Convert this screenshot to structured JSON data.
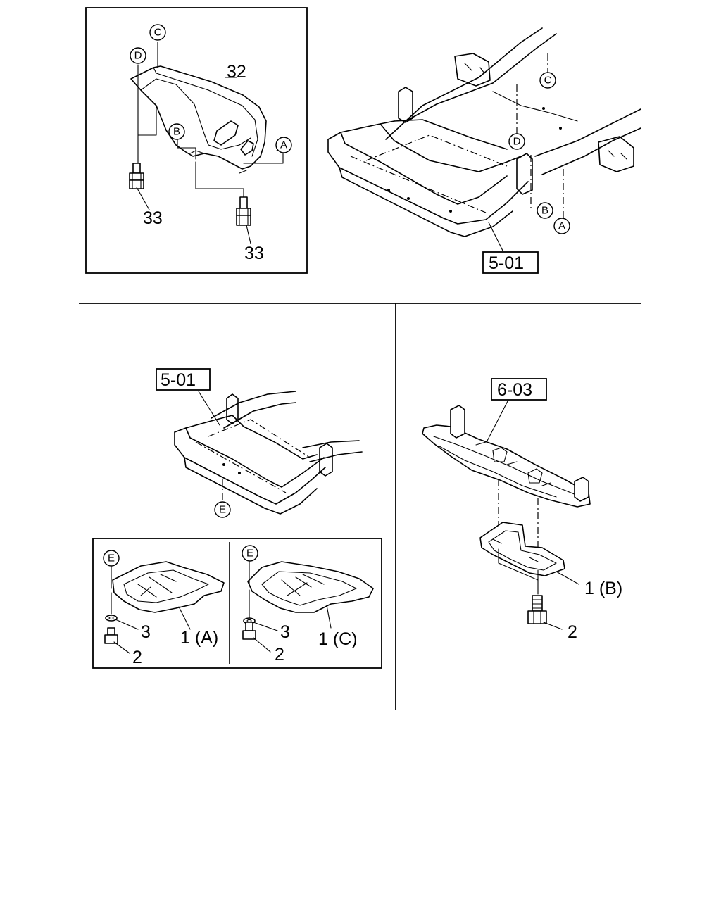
{
  "callouts": {
    "part_32": "32",
    "part_33_upper": "33",
    "part_33_lower": "33",
    "part_1a": "1 (A)",
    "part_1b": "1 (B)",
    "part_1c": "1 (C)",
    "part_2_left": "2",
    "part_2_mid": "2",
    "part_2_right": "2",
    "part_3_left": "3",
    "part_3_mid": "3"
  },
  "references": {
    "frame_top": "5-01",
    "frame_mid": "5-01",
    "crossmember": "6-03"
  },
  "markers": {
    "a": "A",
    "b": "B",
    "c": "C",
    "d": "D",
    "e": "E"
  }
}
